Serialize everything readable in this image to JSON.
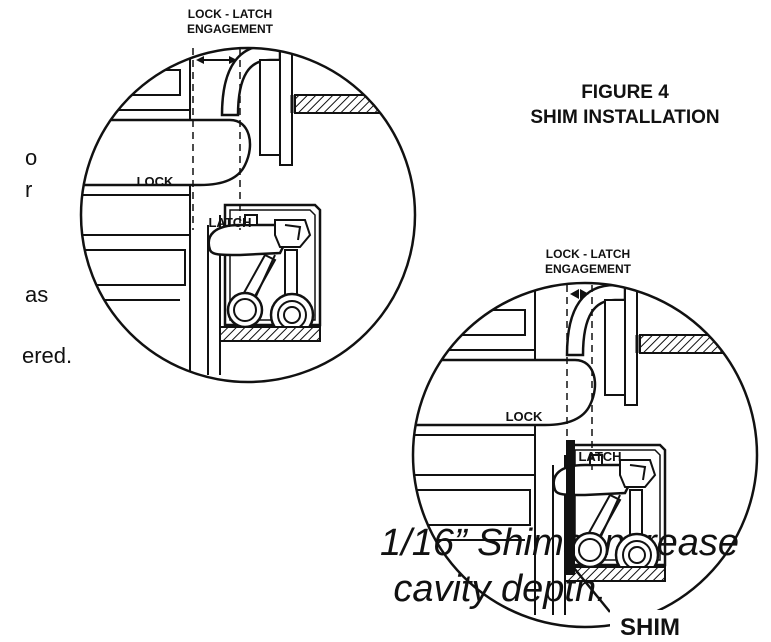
{
  "figure": {
    "title_line1": "FIGURE 4",
    "title_line2": "SHIM INSTALLATION"
  },
  "detail_top": {
    "engagement_line1": "LOCK - LATCH",
    "engagement_line2": "ENGAGEMENT",
    "lock_label": "LOCK",
    "latch_label": "LATCH"
  },
  "detail_bottom": {
    "engagement_line1": "LOCK - LATCH",
    "engagement_line2": "ENGAGEMENT",
    "lock_label": "LOCK",
    "latch_label": "LATCH",
    "shim_label": "SHIM"
  },
  "caption": {
    "line1": "1/16” Shims Increase",
    "line2": "cavity depth."
  },
  "cut_off_text": {
    "frag1": "o",
    "frag2": "r",
    "frag3": "as",
    "frag4": "ered."
  }
}
